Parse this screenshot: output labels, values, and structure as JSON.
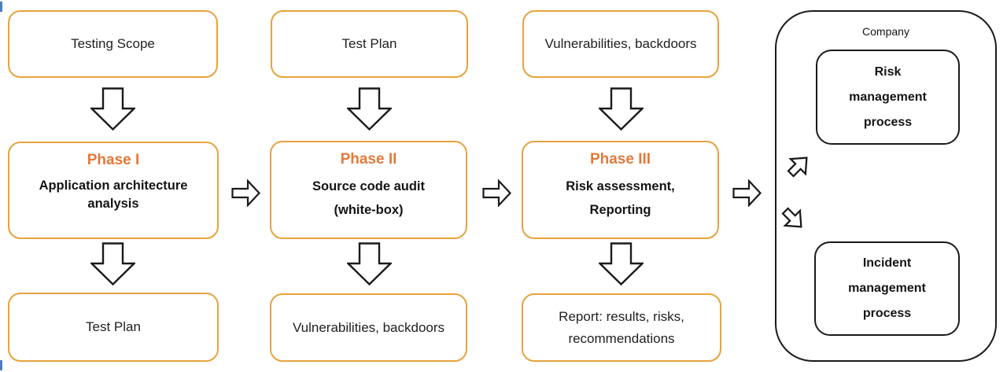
{
  "colors": {
    "box_border_orange": "#E8A23C",
    "phase_title_orange": "#E2793B",
    "outline_black": "#1A1A1A",
    "text_black": "#141414",
    "background": "#FFFFFF"
  },
  "icons": {
    "down_arrow": "block-arrow-down",
    "right_arrow": "block-arrow-right",
    "up_right_arrow": "block-arrow-up-right",
    "down_right_arrow": "block-arrow-down-right"
  },
  "columns": [
    {
      "input": "Testing Scope",
      "phase": {
        "title": "Phase I",
        "body": [
          "Application architecture analysis"
        ]
      },
      "output": "Test Plan"
    },
    {
      "input": "Test Plan",
      "phase": {
        "title": "Phase II",
        "body": [
          "Source code audit",
          "(white-box)"
        ]
      },
      "output": "Vulnerabilities, backdoors"
    },
    {
      "input": "Vulnerabilities, backdoors",
      "phase": {
        "title": "Phase III",
        "body": [
          "Risk assessment,",
          "Reporting"
        ]
      },
      "output": "Report: results, risks, recommendations"
    }
  ],
  "company": {
    "label": "Company",
    "processes": [
      "Risk management process",
      "Incident management process"
    ]
  }
}
